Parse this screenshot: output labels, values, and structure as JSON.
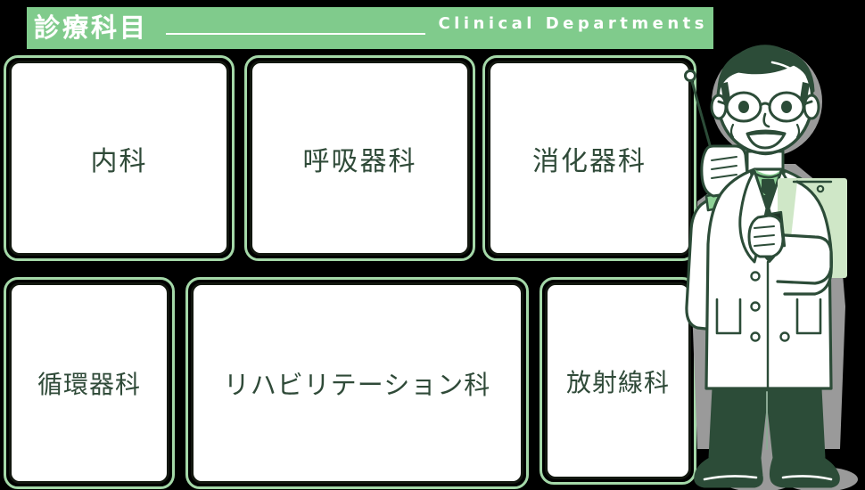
{
  "page": {
    "background_color": "#000000",
    "accent_color": "#80cb8c",
    "card_border_color": "#a4d8a8",
    "card_inner_border_color": "#12170f",
    "text_color": "#2f4a38"
  },
  "header": {
    "title": "診療科目",
    "subtitle": "Clinical Departments",
    "bar_color": "#80cb8c",
    "title_color": "#ffffff"
  },
  "departments": [
    {
      "label": "内科"
    },
    {
      "label": "呼吸器科"
    },
    {
      "label": "消化器科"
    },
    {
      "label": "循環器科"
    },
    {
      "label": "リハビリテーション科"
    },
    {
      "label": "放射線科"
    }
  ],
  "illustration": {
    "name": "doctor-with-pointer-and-clipboard",
    "skin_color": "#ffffff",
    "hair_color": "#2c4c38",
    "coat_color": "#ffffff",
    "shirt_color": "#8ed196",
    "tie_color": "#2c4c38",
    "pants_color": "#2c4c38",
    "clipboard_color": "#cfe7c7",
    "outline_color": "#2c4c38",
    "shadow_color": "#9a9a9a"
  }
}
